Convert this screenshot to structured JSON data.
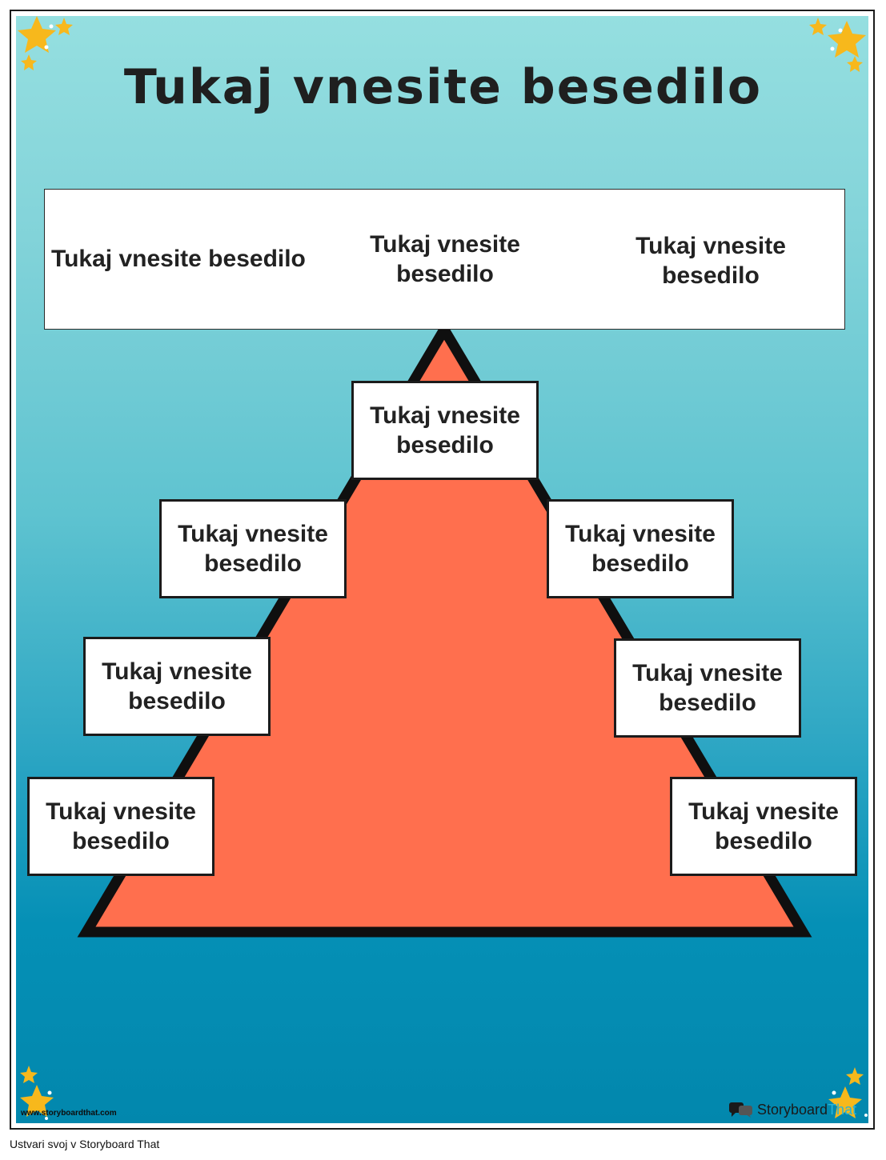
{
  "poster": {
    "title": "Tukaj vnesite besedilo",
    "top_band": {
      "left": "Tukaj vnesite besedilo",
      "center": "Tukaj vnesite besedilo",
      "right": "Tukaj vnesite besedilo"
    },
    "pyramid_labels": [
      "Tukaj vnesite besedilo",
      "Tukaj vnesite besedilo",
      "Tukaj vnesite besedilo",
      "Tukaj vnesite besedilo",
      "Tukaj vnesite besedilo",
      "Tukaj vnesite besedilo",
      "Tukaj vnesite besedilo"
    ],
    "colors": {
      "pyramid_fill": "#ff6f4e",
      "star": "#f7b81c",
      "gradient_top": "#95dfe0",
      "gradient_bottom": "#0287ad"
    }
  },
  "watermark": {
    "url": "www.storyboardthat.com",
    "logo_word1": "Storyboard",
    "logo_word2": "That",
    "logo_icon": "speech-bubbles-icon"
  },
  "footer": {
    "caption": "Ustvari svoj v Storyboard That"
  }
}
